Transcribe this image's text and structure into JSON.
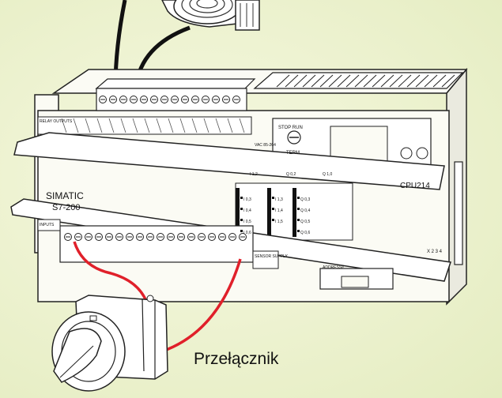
{
  "plc": {
    "brand": "SIMATIC",
    "model": "S7-200",
    "cpu": "CPU214",
    "relay_outputs": "RELAY OUTPUTS",
    "vac": "VAC 85-264",
    "inputs": "INPUTS",
    "sensor_supply": "SENSOR SUPPLY",
    "address": "ADDRESS#",
    "stop_run": "STOP RUN",
    "term": "TERM",
    "port_label": "X 2 3 4",
    "led_col1": [
      "I 0,3",
      "I 0,4",
      "I 0,5",
      "I 0,6"
    ],
    "led_col2": [
      "I 1,3",
      "I 1,4",
      "I 1,5"
    ],
    "led_col3": [
      "Q 0,3",
      "Q 0,4",
      "Q 0,5",
      "Q 0,6"
    ],
    "top_led_labels": [
      "I 1,2",
      "Q 0,2",
      "Q 1,0"
    ]
  },
  "switch": {
    "label": "Przełącznik"
  },
  "colors": {
    "background": "#eef3d2",
    "wire_red": "#e0202a",
    "wire_black": "#111111",
    "body": "#fbfbf4",
    "stroke": "#222222"
  }
}
